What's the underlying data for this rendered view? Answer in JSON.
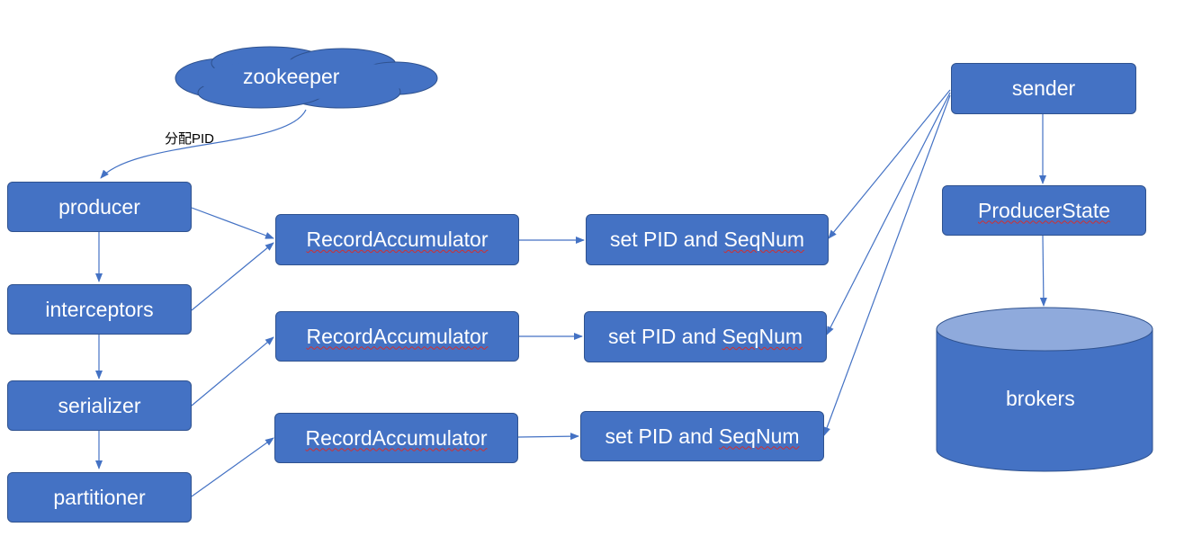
{
  "colors": {
    "node_fill": "#4472c4",
    "node_border": "#2f528f",
    "db_top": "#8faadc",
    "edge": "#4472c4",
    "squiggle": "#d32f2f"
  },
  "nodes": {
    "zookeeper": "zookeeper",
    "producer": "producer",
    "interceptors": "interceptors",
    "serializer": "serializer",
    "partitioner": "partitioner",
    "accumulators": [
      "RecordAccumulator",
      "RecordAccumulator",
      "RecordAccumulator"
    ],
    "set_pid": [
      {
        "prefix": "set PID and ",
        "seq": "SeqNum"
      },
      {
        "prefix": "set PID and ",
        "seq": "SeqNum"
      },
      {
        "prefix": "set PID and ",
        "seq": "SeqNum"
      }
    ],
    "sender": "sender",
    "producer_state": "ProducerState",
    "brokers": "brokers"
  },
  "edges": {
    "assign_pid_label": "分配PID"
  }
}
